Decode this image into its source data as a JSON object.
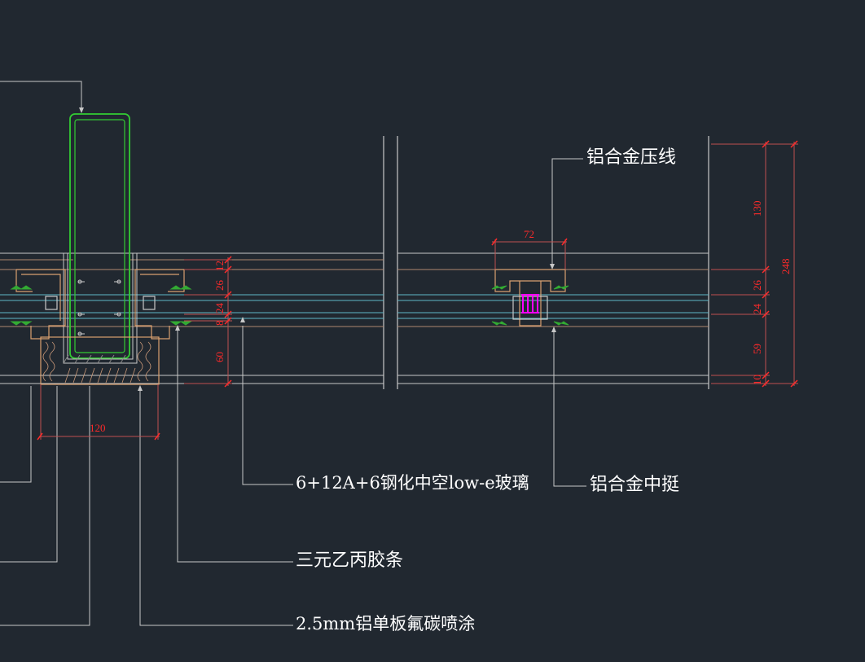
{
  "labels": {
    "pressure_line": "铝合金压线",
    "mullion": "铝合金中挺",
    "glass": "6+12A+6钢化中空low-e玻璃",
    "gasket": "三元乙丙胶条",
    "panel": "2.5mm铝单板氟碳喷涂"
  },
  "dimensions": {
    "d120": "120",
    "d72": "72",
    "d12": "12",
    "d26_left": "26",
    "d24_left": "24",
    "d8": "8",
    "d60": "60",
    "d130": "130",
    "d248": "248",
    "d26_right": "26",
    "d24_right": "24",
    "d59": "59",
    "d10": "10"
  },
  "colors": {
    "background": "#212830",
    "dimension": "#ff2a2a",
    "dim_line": "#c05050",
    "steel_tube": "#33cc33",
    "profile": "#d9a070",
    "glass_line": "#5fb8c8",
    "gasket": "#33aa33",
    "highlight": "#ff00ff",
    "grey_line": "#c8c8c8"
  }
}
